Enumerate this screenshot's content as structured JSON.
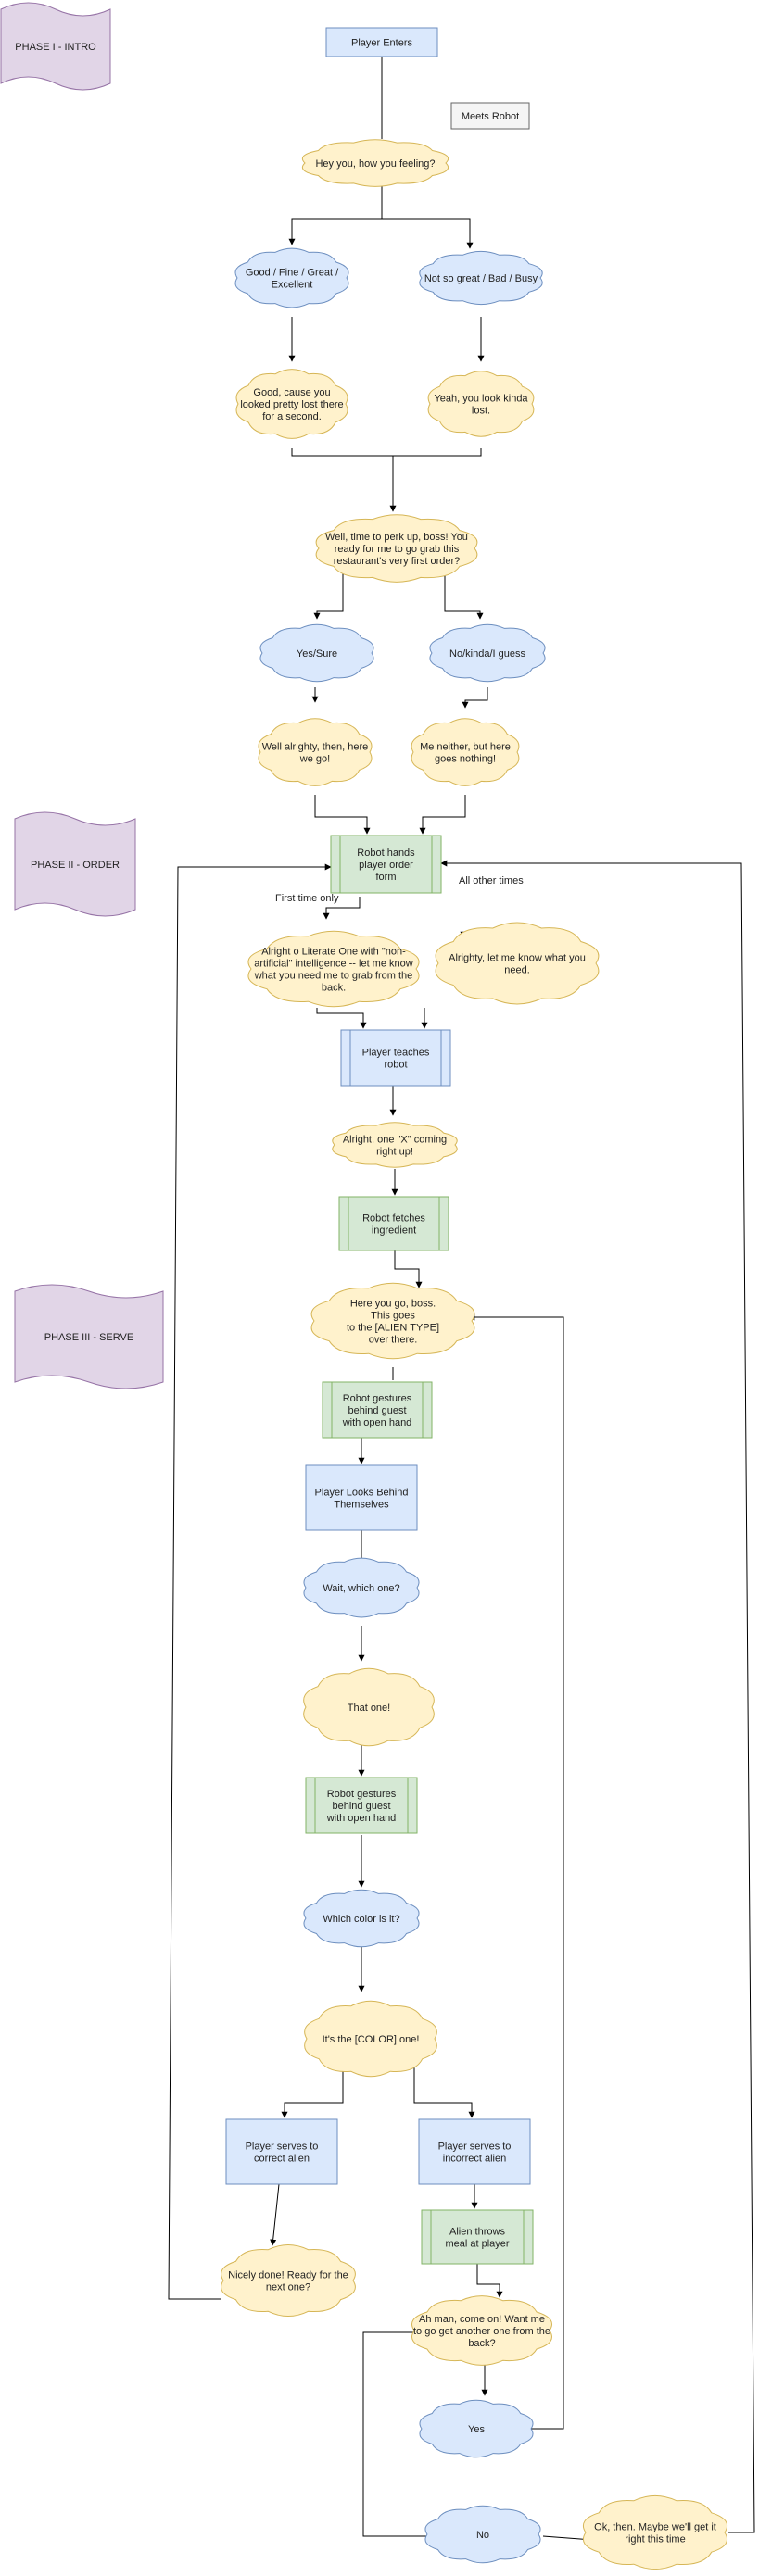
{
  "phases": {
    "intro": "PHASE I - INTRO",
    "order": "PHASE II - ORDER",
    "serve": "PHASE III - SERVE"
  },
  "note": "Meets Robot",
  "nodes": {
    "player_enters": "Player Enters",
    "hey_you": "Hey you, how you feeling?",
    "good_fine": [
      "Good / Fine / Great /",
      "Excellent"
    ],
    "not_so_great": "Not so great / Bad / Busy",
    "good_cause": [
      "Good, cause you",
      "looked pretty lost there",
      "for a second."
    ],
    "yeah_lost": [
      "Yeah, you look kinda",
      "lost."
    ],
    "perk_up": [
      "Well, time to perk up, boss!  You",
      "ready for me to go grab this",
      "restaurant's very first order?"
    ],
    "yes_sure": "Yes/Sure",
    "no_kinda": "No/kinda/I guess",
    "alrighty_go": [
      "Well alrighty, then, here",
      "we go!"
    ],
    "me_neither": [
      "Me neither, but here",
      "goes nothing!"
    ],
    "robot_hands": [
      "Robot hands",
      "player order",
      "form"
    ],
    "first_time_only": "First time only",
    "all_other_times": "All other times",
    "literate_one": [
      "Alright o Literate One with \"non-",
      "artificial\" intelligence -- let me know",
      "what you need me to grab from the",
      "back."
    ],
    "alrighty_know": [
      "Alrighty,  let me know what you",
      "need."
    ],
    "player_teaches": [
      "Player teaches",
      "robot"
    ],
    "one_x": [
      "Alright, one \"X\" coming",
      "right up!"
    ],
    "robot_fetches": [
      "Robot fetches",
      "ingredient"
    ],
    "here_you_go": [
      "Here you go, boss.",
      "This goes",
      "to the [ALIEN TYPE]",
      "over there."
    ],
    "gestures_1": [
      "Robot gestures",
      "behind guest",
      "with open hand"
    ],
    "player_looks": [
      "Player Looks Behind",
      "Themselves"
    ],
    "wait_which": "Wait, which one?",
    "that_one": "That one!",
    "gestures_2": [
      "Robot gestures",
      "behind guest",
      "with open hand"
    ],
    "which_color": "Which color is it?",
    "its_color": "It's the [COLOR] one!",
    "serves_correct": [
      "Player serves to",
      "correct alien"
    ],
    "serves_incorrect": [
      "Player serves to",
      "incorrect alien"
    ],
    "alien_throws": [
      "Alien throws",
      "meal at player"
    ],
    "nicely_done": [
      "Nicely done!  Ready for the",
      "next one?"
    ],
    "ah_man": [
      "Ah man, come on!  Want me",
      "to go get another one from the",
      "back?"
    ],
    "yes": "Yes",
    "no": "No",
    "ok_then": [
      "Ok, then.  Maybe we'll get it",
      "right this time"
    ]
  }
}
